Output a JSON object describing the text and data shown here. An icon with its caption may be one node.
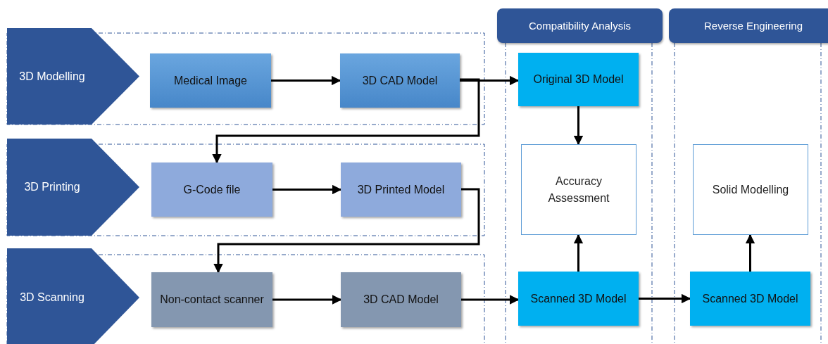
{
  "diagram": {
    "nodes": [
      {
        "text": [
          "3D Modelling"
        ]
      },
      {
        "text": [
          "Medical Image"
        ]
      },
      {
        "text": [
          "3D CAD Model"
        ]
      },
      {
        "text": [
          "3D Printing"
        ]
      },
      {
        "text": [
          "G-Code file"
        ]
      },
      {
        "text": [
          "3D Printed Model"
        ]
      },
      {
        "text": [
          "3D Scanning"
        ]
      },
      {
        "text": [
          "Non-contact scanner"
        ]
      },
      {
        "text": [
          "3D CAD Model"
        ]
      },
      {
        "text": [
          "Compatibility Analysis"
        ]
      },
      {
        "text": [
          "Original 3D Model"
        ]
      },
      {
        "text": [
          "Accuracy Assessment"
        ]
      },
      {
        "text": [
          "Scanned 3D Model"
        ]
      },
      {
        "text": [
          "Reverse Engineering"
        ]
      },
      {
        "text": [
          "Solid Modelling"
        ]
      },
      {
        "text": [
          "Scanned 3D Model"
        ]
      }
    ],
    "edges": [
      {
        "from": 1,
        "to": 2,
        "arrow": "to"
      },
      {
        "from": 2,
        "to": 10,
        "arrow": "to"
      },
      {
        "from": 2,
        "to": 4,
        "arrow": "to"
      },
      {
        "from": 4,
        "to": 5,
        "arrow": "to"
      },
      {
        "from": 5,
        "to": 7,
        "arrow": "to"
      },
      {
        "from": 7,
        "to": 8,
        "arrow": "to"
      },
      {
        "from": 8,
        "to": 12,
        "arrow": "to"
      },
      {
        "from": 10,
        "to": 11,
        "arrow": "to"
      },
      {
        "from": 12,
        "to": 11,
        "arrow": "to"
      },
      {
        "from": 12,
        "to": 15,
        "arrow": "to"
      },
      {
        "from": 15,
        "to": 14,
        "arrow": "to"
      }
    ]
  }
}
